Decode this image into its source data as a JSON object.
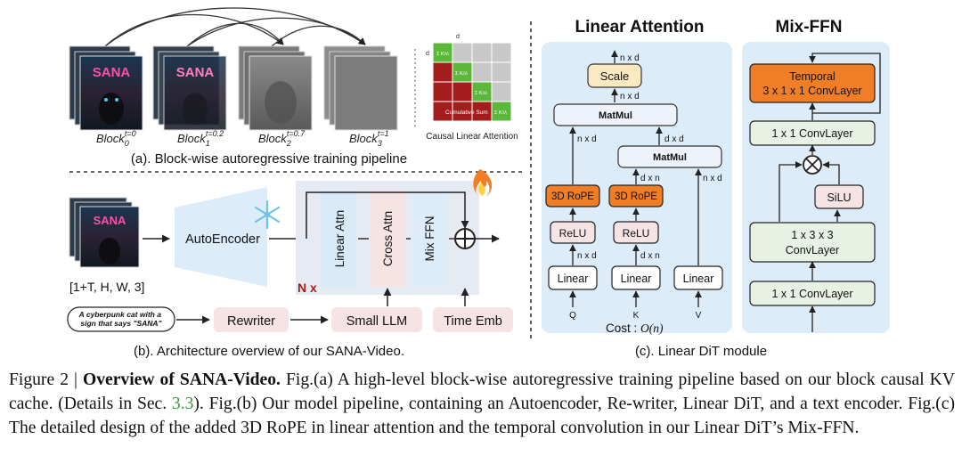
{
  "figure": {
    "panel_a": {
      "block_labels": [
        {
          "base": "Block",
          "sub": "0",
          "sup": "t=0"
        },
        {
          "base": "Block",
          "sub": "1",
          "sup": "t=0.2"
        },
        {
          "base": "Block",
          "sub": "2",
          "sup": "t=0.7"
        },
        {
          "base": "Block",
          "sub": "3",
          "sup": "t=1"
        }
      ],
      "thumb_text": "SANA",
      "matrix_dim": "d",
      "matrix_cells": [
        "Σ KᵢVᵢ",
        "Σ KᵢVᵢ",
        "Σ KᵢVᵢ",
        "Σ KᵢVᵢ"
      ],
      "cumulative_label": "Cumulative Sum",
      "matrix_caption": "Causal Linear Attention",
      "caption": "(a). Block-wise autoregressive training pipeline"
    },
    "panel_b": {
      "input_shape": "[1+T, H, W, 3]",
      "autoencoder": "AutoEncoder",
      "linear_attn": "Linear Attn",
      "cross_attn": "Cross Attn",
      "mix_ffn": "Mix FFN",
      "n_times": "N x",
      "prompt": "A cyberpunk cat with a sign that says \"SANA\"",
      "rewriter": "Rewriter",
      "small_llm": "Small LLM",
      "time_emb": "Time Emb",
      "caption": "(b). Architecture overview of our SANA-Video."
    },
    "panel_c": {
      "title_attention": "Linear Attention",
      "title_ffn": "Mix-FFN",
      "scale": "Scale",
      "matmul": "MatMul",
      "rope": "3D RoPE",
      "relu": "ReLU",
      "linear": "Linear",
      "dim_nd": "n x d",
      "dim_dd": "d x d",
      "dim_dn": "d x n",
      "q": "Q",
      "k": "K",
      "v": "V",
      "cost_prefix": "Cost : ",
      "cost_value": "O(n)",
      "temporal_line1": "Temporal",
      "temporal_line2": "3 x 1 x 1 ConvLayer",
      "conv_1x1": "1 x 1 ConvLayer",
      "silu": "SiLU",
      "conv_133_line1": "1 x 3 x 3",
      "conv_133_line2": "ConvLayer",
      "caption": "(c). Linear DiT module"
    }
  },
  "caption": {
    "figure_label": "Figure 2 | ",
    "title": "Overview of SANA-Video.",
    "text_1": " Fig.(a) A high-level block-wise autoregressive training pipeline based on our block causal KV cache. (Details in Sec. ",
    "ref": "3.3",
    "text_2": "). Fig.(b) Our model pipeline, containing an Autoencoder, Re-writer, Linear DiT, and a text encoder. Fig.(c) The detailed design of the added 3D RoPE in linear attention and the temporal convolution in our Linear DiT’s Mix-FFN."
  },
  "colors": {
    "light_blue": "#dcecf8",
    "orange": "#f07e26",
    "cream": "#fbe9c1",
    "pink": "#f6e3e3",
    "green": "#5cb83b",
    "dark_red": "#a31d1d",
    "gray": "#c8c8c8",
    "neon_pink": "#ff4fa8"
  },
  "icons": [
    "snowflake-icon",
    "flame-icon",
    "add-circle-icon",
    "multiply-circle-icon"
  ]
}
